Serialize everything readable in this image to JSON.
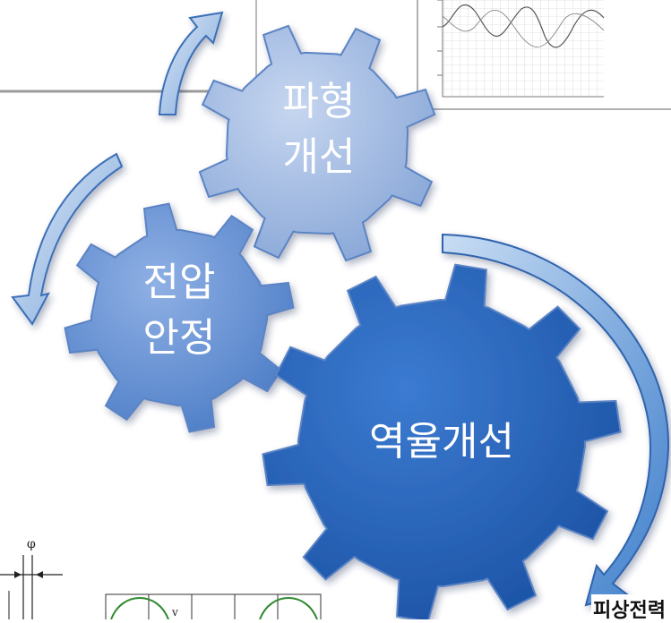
{
  "gears": {
    "waveform": {
      "label_line1": "파형",
      "label_line2": "개선"
    },
    "voltage": {
      "label_line1": "전압",
      "label_line2": "안정"
    },
    "powerfactor": {
      "label": "역율개선"
    }
  },
  "phase_diagram": {
    "phi_symbol": "φ",
    "v_symbol": "v"
  },
  "apparent_power_label": "피상전력",
  "colors": {
    "gear_light": "#a9bfe3",
    "gear_mid": "#6f95d4",
    "gear_dark": "#2a66bd",
    "arrow_fill": "#a8c6ea",
    "arrow_edge": "#3a6fb8",
    "gear_outline": "#5b84c4"
  }
}
